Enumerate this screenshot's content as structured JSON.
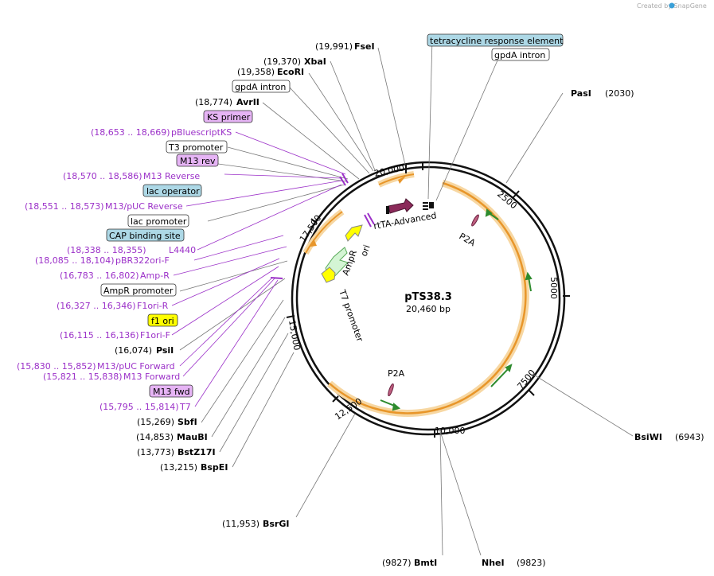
{
  "credit": "Created by SnapGene",
  "plasmid": {
    "name": "pTS38.3",
    "length_label": "20,460 bp"
  },
  "ticks": [
    "20,000",
    "2500",
    "5000",
    "7500",
    "10,000",
    "12,500",
    "15,000",
    "17,500"
  ],
  "inner_labels": {
    "rtta": "rtTA-Advanced",
    "ampr": "AmpR",
    "ori": "ori",
    "t7": "T7 promoter",
    "p2a_1": "P2A",
    "p2a_2": "P2A"
  },
  "enzymes_left": [
    {
      "pos": "(19,991)",
      "name": "FseI"
    },
    {
      "pos": "(19,370)",
      "name": "XbaI"
    },
    {
      "pos": "(19,358)",
      "name": "EcoRI"
    },
    {
      "pos": "(18,774)",
      "name": "AvrII"
    },
    {
      "pos": "(16,074)",
      "name": "PsiI"
    },
    {
      "pos": "(15,269)",
      "name": "SbfI"
    },
    {
      "pos": "(14,853)",
      "name": "MauBI"
    },
    {
      "pos": "(13,773)",
      "name": "BstZ17I"
    },
    {
      "pos": "(13,215)",
      "name": "BspEI"
    },
    {
      "pos": "(11,953)",
      "name": "BsrGI"
    }
  ],
  "enzymes_right": [
    {
      "pos": "(2030)",
      "name": "PasI"
    },
    {
      "pos": "(6943)",
      "name": "BsiWI"
    },
    {
      "pos": "(9823)",
      "name": "NheI"
    },
    {
      "pos": "(9827)",
      "name": "BmtI"
    }
  ],
  "primers": [
    {
      "range": "(18,653 .. 18,669)",
      "name": "pBluescriptKS"
    },
    {
      "range": "(18,570 .. 18,586)",
      "name": "M13 Reverse"
    },
    {
      "range": "(18,551 .. 18,573)",
      "name": "M13/pUC Reverse"
    },
    {
      "range": "(18,338 .. 18,355)",
      "name": "L4440"
    },
    {
      "range": "(18,085 .. 18,104)",
      "name": "pBR322ori-F"
    },
    {
      "range": "(16,783 .. 16,802)",
      "name": "Amp-R"
    },
    {
      "range": "(16,327 .. 16,346)",
      "name": "F1ori-R"
    },
    {
      "range": "(16,115 .. 16,136)",
      "name": "F1ori-F"
    },
    {
      "range": "(15,830 .. 15,852)",
      "name": "M13/pUC Forward"
    },
    {
      "range": "(15,821 .. 15,838)",
      "name": "M13 Forward"
    },
    {
      "range": "(15,795 .. 15,814)",
      "name": "T7"
    }
  ],
  "feature_boxes": [
    {
      "text": "tetracycline response element",
      "kind": "regulatory"
    },
    {
      "text": "gpdA intron",
      "kind": "misc"
    },
    {
      "text": "gpdA intron",
      "kind": "misc"
    },
    {
      "text": "KS primer",
      "kind": "primer-bind"
    },
    {
      "text": "T3 promoter",
      "kind": "misc"
    },
    {
      "text": "M13 rev",
      "kind": "primer-bind"
    },
    {
      "text": "lac operator",
      "kind": "regulatory"
    },
    {
      "text": "lac promoter",
      "kind": "misc"
    },
    {
      "text": "CAP binding site",
      "kind": "regulatory"
    },
    {
      "text": "AmpR promoter",
      "kind": "misc"
    },
    {
      "text": "f1 ori",
      "kind": "origin"
    },
    {
      "text": "M13 fwd",
      "kind": "primer-bind"
    }
  ],
  "colors": {
    "primer": "#9b30c8",
    "regulatory": "#add8e6",
    "primer_bind": "#e6b4f5",
    "origin": "#ffff00",
    "cds_band": "#f5a623",
    "ampr": "#ffff00",
    "rtta": "#8b2a5a",
    "green_arrow": "#2e8b2e"
  }
}
